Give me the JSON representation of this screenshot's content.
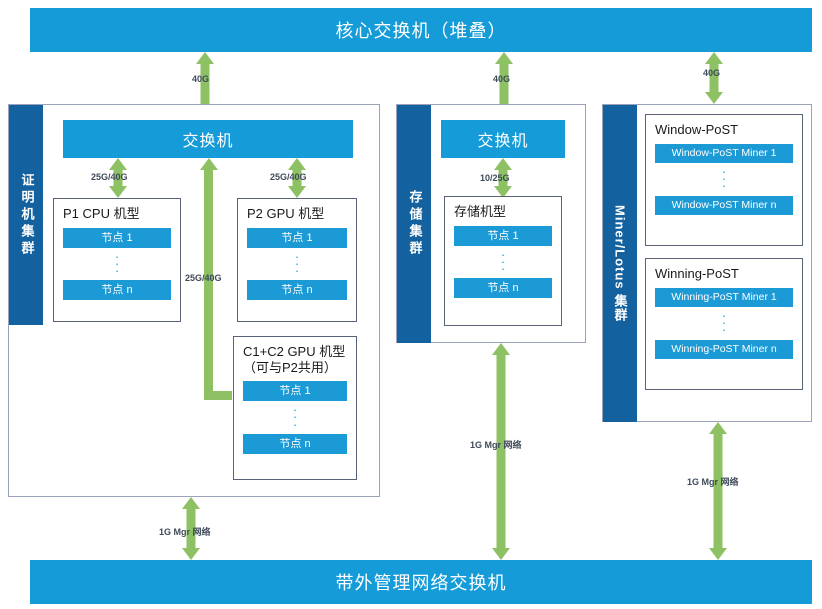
{
  "diagram": {
    "core_switch_label": "核心交换机（堆叠）",
    "mgmt_switch_label": "带外管理网络交换机"
  },
  "clusters": {
    "proof": {
      "sidebar_label": "证明机集群",
      "switch_label": "交换机",
      "groups": {
        "p1": {
          "title": "P1 CPU 机型",
          "node_first": "节点 1",
          "node_last": "节点 n"
        },
        "p2": {
          "title": "P2 GPU 机型",
          "node_first": "节点 1",
          "node_last": "节点 n"
        },
        "c1c2": {
          "title": "C1+C2 GPU 机型\n（可与P2共用）",
          "node_first": "节点 1",
          "node_last": "节点 n"
        }
      }
    },
    "storage": {
      "sidebar_label": "存储集群",
      "switch_label": "交换机",
      "groups": {
        "store": {
          "title": "存储机型",
          "node_first": "节点 1",
          "node_last": "节点 n"
        }
      }
    },
    "miner": {
      "sidebar_label": "Miner/Lotus 集群",
      "groups": {
        "window_post": {
          "title": "Window-PoST",
          "node_first": "Window-PoST Miner 1",
          "node_last": "Window-PoST Miner n"
        },
        "winning_post": {
          "title": "Winning-PoST",
          "node_first": "Winning-PoST Miner 1",
          "node_last": "Winning-PoST Miner n"
        }
      }
    }
  },
  "links": {
    "core_to_proof": "40G",
    "core_to_storage": "40G",
    "core_to_miner": "40G",
    "proof_switch_to_p1": "25G/40G",
    "proof_switch_to_p2": "25G/40G",
    "proof_switch_to_c1c2": "25G/40G",
    "storage_switch_to_store": "10/25G",
    "proof_to_mgmt": "1G Mgr 网络",
    "storage_to_mgmt": "1G Mgr 网络",
    "miner_to_mgmt": "1G Mgr 网络"
  },
  "colors": {
    "banner_blue": "#159bd7",
    "sidebar_blue": "#13619e",
    "node_blue": "#1b9ad6",
    "arrow_green": "#8dc163",
    "frame_gray": "#9aa3bb"
  }
}
